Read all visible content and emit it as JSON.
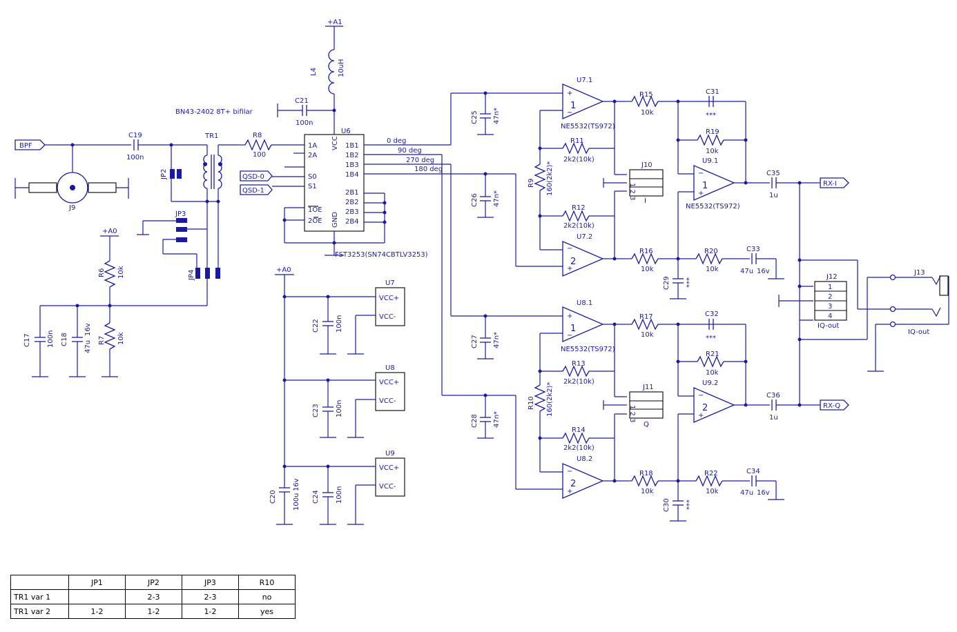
{
  "power": {
    "a1": "+A1",
    "a0_left": "+A0",
    "a0_mid": "+A0"
  },
  "ports": {
    "bpf": "BPF",
    "qsd0": "QSD-0",
    "qsd1": "QSD-1",
    "rx_i": "RX-I",
    "rx_q": "RX-Q"
  },
  "transformer": {
    "ref": "TR1",
    "note": "BN43-2402 8T+ bifilar"
  },
  "mux": {
    "ref": "U6",
    "part": "FST3253(SN74CBTLV3253)",
    "pins_left": [
      "1A",
      "2A",
      "S0",
      "S1",
      "1OE",
      "2OE"
    ],
    "pins_right": [
      "1B1",
      "1B2",
      "1B3",
      "1B4",
      "2B1",
      "2B2",
      "2B3",
      "2B4"
    ],
    "vcc": "VCC",
    "gnd": "GND",
    "phases": [
      "0 deg",
      "90 deg",
      "270 deg",
      "180 deg"
    ]
  },
  "components": {
    "L4": {
      "ref": "L4",
      "value": "10uH"
    },
    "C21": {
      "ref": "C21",
      "value": "100n"
    },
    "C19": {
      "ref": "C19",
      "value": "100n"
    },
    "R8": {
      "ref": "R8",
      "value": "100"
    },
    "J9": {
      "ref": "J9"
    },
    "JP2": {
      "ref": "JP2"
    },
    "JP3": {
      "ref": "JP3"
    },
    "JP4": {
      "ref": "JP4"
    },
    "R6": {
      "ref": "R6",
      "value": "10k"
    },
    "R7": {
      "ref": "R7",
      "value": "10k"
    },
    "C17": {
      "ref": "C17",
      "value": "100n"
    },
    "C18": {
      "ref": "C18",
      "value": "47u",
      "rating": "16v"
    },
    "C20": {
      "ref": "C20",
      "value": "100u",
      "rating": "16v"
    },
    "C22": {
      "ref": "C22",
      "value": "100n"
    },
    "C23": {
      "ref": "C23",
      "value": "100n"
    },
    "C24": {
      "ref": "C24",
      "value": "100n"
    },
    "C25": {
      "ref": "C25",
      "value": "47n*"
    },
    "C26": {
      "ref": "C26",
      "value": "47n*"
    },
    "C27": {
      "ref": "C27",
      "value": "47n*"
    },
    "C28": {
      "ref": "C28",
      "value": "47n*"
    },
    "R9": {
      "ref": "R9",
      "value": "160(2k2)*"
    },
    "R10": {
      "ref": "R10",
      "value": "160(2k2)*"
    },
    "R11": {
      "ref": "R11",
      "value": "2k2(10k)"
    },
    "R12": {
      "ref": "R12",
      "value": "2k2(10k)"
    },
    "R13": {
      "ref": "R13",
      "value": "2k2(10k)"
    },
    "R14": {
      "ref": "R14",
      "value": "2k2(10k)"
    },
    "R15": {
      "ref": "R15",
      "value": "10k"
    },
    "R16": {
      "ref": "R16",
      "value": "10k"
    },
    "R17": {
      "ref": "R17",
      "value": "10k"
    },
    "R18": {
      "ref": "R18",
      "value": "10k"
    },
    "R19": {
      "ref": "R19",
      "value": "10k"
    },
    "R20": {
      "ref": "R20",
      "value": "10k"
    },
    "R21": {
      "ref": "R21",
      "value": "10k"
    },
    "R22": {
      "ref": "R22",
      "value": "10k"
    },
    "C29": {
      "ref": "C29",
      "value": "***"
    },
    "C30": {
      "ref": "C30",
      "value": "***"
    },
    "C31": {
      "ref": "C31",
      "value": "***"
    },
    "C32": {
      "ref": "C32",
      "value": "***"
    },
    "C33": {
      "ref": "C33",
      "value": "47u",
      "rating": "16v"
    },
    "C34": {
      "ref": "C34",
      "value": "47u",
      "rating": "16v"
    },
    "C35": {
      "ref": "C35",
      "value": "1u"
    },
    "C36": {
      "ref": "C36",
      "value": "1u"
    },
    "J10": {
      "ref": "J10",
      "pins": "1 2 3",
      "label": "I"
    },
    "J11": {
      "ref": "J11",
      "pins": "1 2 3",
      "label": "Q"
    },
    "J12": {
      "ref": "J12",
      "pins": [
        "1",
        "2",
        "3",
        "4"
      ],
      "label": "IQ-out"
    },
    "J13": {
      "ref": "J13",
      "label": "IQ-out"
    }
  },
  "opamps": {
    "U71": {
      "ref": "U7.1",
      "part": "NE5532(TS972)",
      "unit": "1"
    },
    "U72": {
      "ref": "U7.2",
      "unit": "2"
    },
    "U81": {
      "ref": "U8.1",
      "part": "NE5532(TS972)",
      "unit": "1"
    },
    "U82": {
      "ref": "U8.2",
      "unit": "2"
    },
    "U91": {
      "ref": "U9.1",
      "part": "NE5532(TS972)",
      "unit": "1"
    },
    "U92": {
      "ref": "U9.2",
      "unit": "2"
    }
  },
  "supply_blocks": [
    {
      "ref": "U7",
      "vp": "VCC+",
      "vn": "VCC-"
    },
    {
      "ref": "U8",
      "vp": "VCC+",
      "vn": "VCC-"
    },
    {
      "ref": "U9",
      "vp": "VCC+",
      "vn": "VCC-"
    }
  ],
  "jumper_table": {
    "headers": [
      "",
      "JP1",
      "JP2",
      "JP3",
      "R10"
    ],
    "rows": [
      [
        "TR1 var 1",
        "",
        "2-3",
        "2-3",
        "no"
      ],
      [
        "TR1 var 2",
        "1-2",
        "1-2",
        "1-2",
        "yes"
      ]
    ]
  }
}
